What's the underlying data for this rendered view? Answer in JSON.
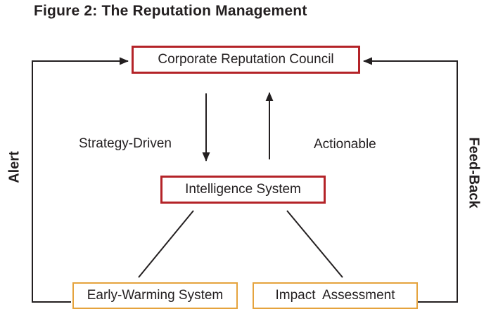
{
  "title": "Figure 2: The Reputation Management",
  "colors": {
    "background": "#ffffff",
    "text": "#231f20",
    "line": "#231f20",
    "red_border": "#b42328",
    "orange_border": "#e5a33d"
  },
  "nodes": {
    "council": {
      "label": "Corporate Reputation Council"
    },
    "intelligence": {
      "label": "Intelligence System"
    },
    "early_warning": {
      "label": "Early-Warming System"
    },
    "impact": {
      "label": "Impact  Assessment"
    }
  },
  "edge_labels": {
    "strategy_driven": "Strategy-Driven",
    "actionable": "Actionable",
    "alert": "Alert",
    "feedback": "Feed-Back"
  }
}
